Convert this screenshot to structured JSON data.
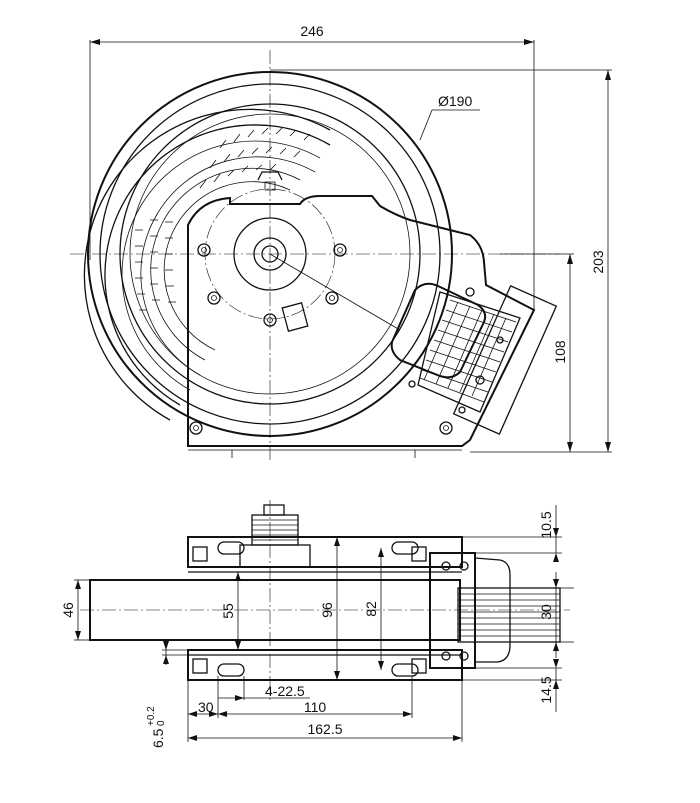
{
  "drawing": {
    "top_view": {
      "overall_width": "246",
      "overall_height": "203",
      "wheel_diameter": "Ø190",
      "mount_height": "108"
    },
    "side_view": {
      "flange_offset": "10.5",
      "belt_width": "46",
      "inner_width": "55",
      "housing_height": "96",
      "plate_height": "82",
      "motor_width": "30",
      "bottom_offset": "14.5",
      "slot_offset": "30",
      "slots": "4-22.5",
      "slot_span": "110",
      "base_length": "162.5",
      "hole_dim": "6.5",
      "hole_tol_upper": "+0.2",
      "hole_tol_lower": "0"
    }
  }
}
